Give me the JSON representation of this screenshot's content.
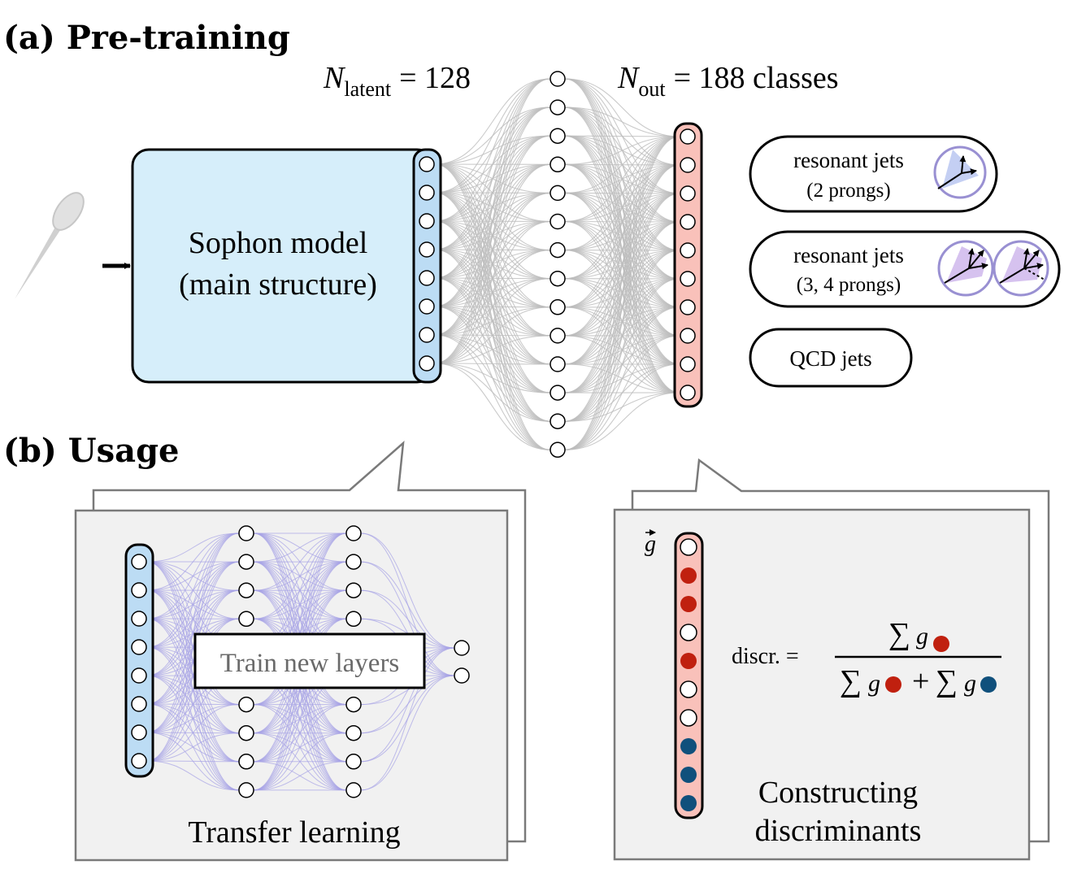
{
  "section_a": {
    "title": "(a) Pre-training"
  },
  "section_b": {
    "title": "(b) Usage"
  },
  "latent": {
    "symbol": "N",
    "subscript": "latent",
    "value": "= 128"
  },
  "output": {
    "symbol": "N",
    "subscript": "out",
    "value": "= 188 classes"
  },
  "model": {
    "line1": "Sophon model",
    "line2": "(main structure)"
  },
  "classes": [
    {
      "line1": "resonant jets",
      "line2": "(2 prongs)"
    },
    {
      "line1": "resonant jets",
      "line2": "(3, 4 prongs)"
    },
    {
      "line1": "QCD jets",
      "line2": ""
    }
  ],
  "transfer": {
    "box_label": "Train new layers",
    "caption": "Transfer learning"
  },
  "discriminant": {
    "vector_label": "g",
    "formula_label": "discr. =",
    "sum_symbol": "∑",
    "g_symbol": "g",
    "plus": "+",
    "caption_line1": "Constructing",
    "caption_line2": "discriminants"
  },
  "colors": {
    "latent_fill": "#bcdcf4",
    "model_fill": "#d6eefa",
    "output_fill": "#f9c1ba",
    "signal_dot": "#c0200f",
    "background_dot": "#10507c",
    "panel_fill": "#f1f1f1",
    "prong_circle": "#9990d2",
    "transfer_edges": "#a7a3e6",
    "pretrain_edges": "#bdbdbd"
  },
  "output_vector_pattern": [
    "none",
    "signal",
    "signal",
    "none",
    "signal",
    "none",
    "none",
    "background",
    "background",
    "background"
  ]
}
